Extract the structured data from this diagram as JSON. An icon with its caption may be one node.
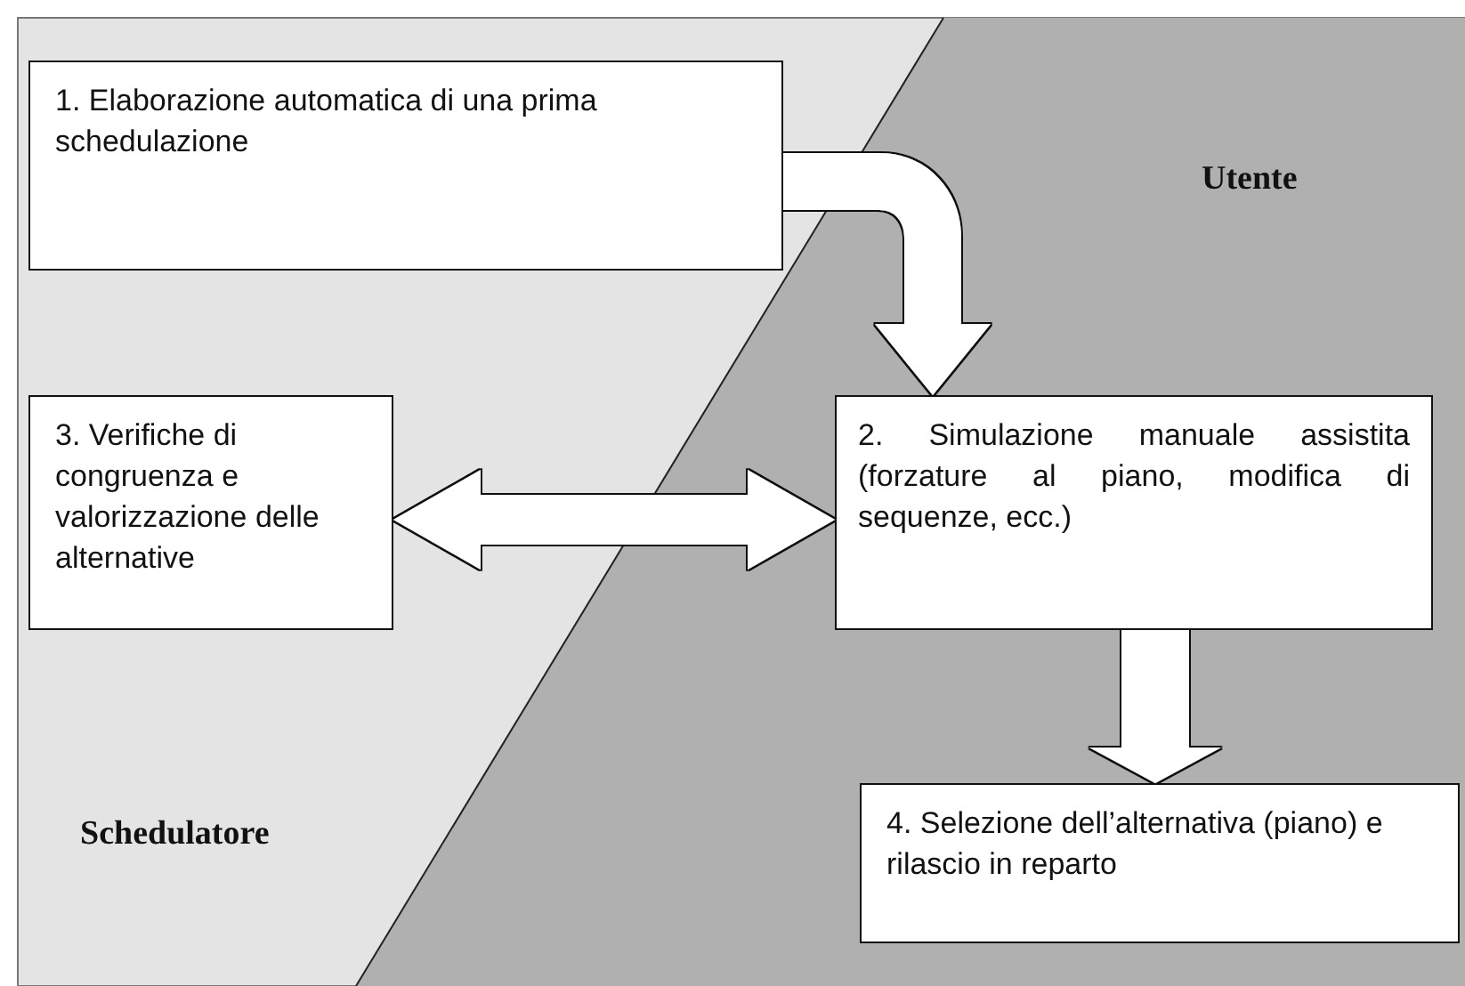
{
  "diagram": {
    "nodes": [
      {
        "text": [
          "1. Elaborazione automatica di una prima schedulazione"
        ]
      },
      {
        "text": [
          "2. Simulazione manuale assistita (forzature al piano, modifica di sequenze, ecc.)"
        ]
      },
      {
        "text": [
          "3. Verifiche di congruenza e valorizzazione delle alternative"
        ]
      },
      {
        "text": [
          "4. Selezione dell’alternativa (piano) e rilascio in reparto"
        ]
      }
    ],
    "edges": [
      {
        "from": 0,
        "to": 1,
        "arrow": "to"
      },
      {
        "from": 2,
        "to": 1,
        "arrow": "both"
      },
      {
        "from": 1,
        "to": 3,
        "arrow": "to"
      }
    ],
    "labels": [
      "Utente",
      "Schedulatore"
    ]
  }
}
